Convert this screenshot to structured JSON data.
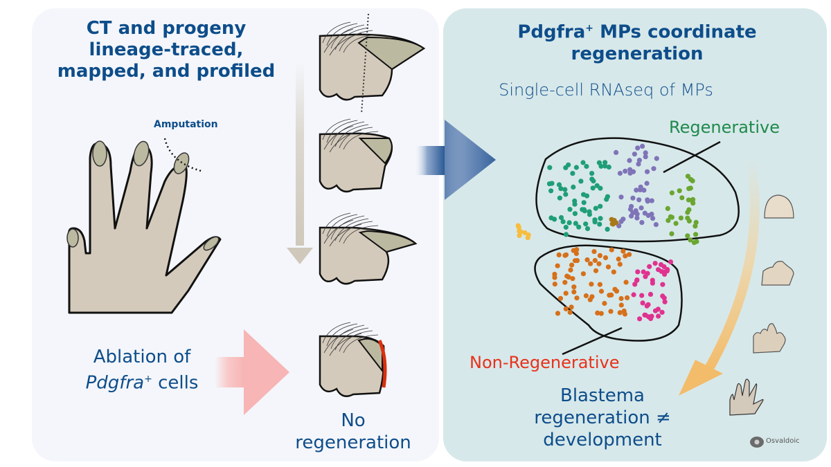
{
  "left_panel": {
    "title_lines": [
      "CT and progeny",
      "lineage-traced,",
      "mapped, and profiled"
    ],
    "amputation_label": "Amputation",
    "ablation_lines": [
      "Ablation of",
      "Pdgfra",
      "+",
      " cells"
    ],
    "no_regeneration_lines": [
      "No",
      "regeneration"
    ]
  },
  "right_panel": {
    "title_line1_pre": "Pdgfra",
    "title_line1_sup": "+",
    "title_line1_post": " MPs coordinate",
    "title_line2": "regeneration",
    "subtitle": "Single-cell RNAseq of MPs",
    "regenerative_label": "Regenerative",
    "non_regenerative_label": "Non-Regenerative",
    "conclusion_lines": [
      "Blastema",
      "regeneration ≠",
      "development"
    ],
    "credit": "Osvaldoic"
  },
  "colors": {
    "title_blue": "#0d4d8a",
    "regenerative_green": "#1f8a4c",
    "non_regenerative_red": "#e8311a",
    "cluster_teal": "#1f9e77",
    "cluster_purple": "#7f74b8",
    "cluster_lime": "#6aa631",
    "cluster_orange": "#d6701a",
    "cluster_magenta": "#e0328f",
    "cluster_yellow": "#f7bd3e",
    "cluster_brown": "#a7781a",
    "skin": "#d4cabb",
    "claw": "#bcb9a1"
  }
}
